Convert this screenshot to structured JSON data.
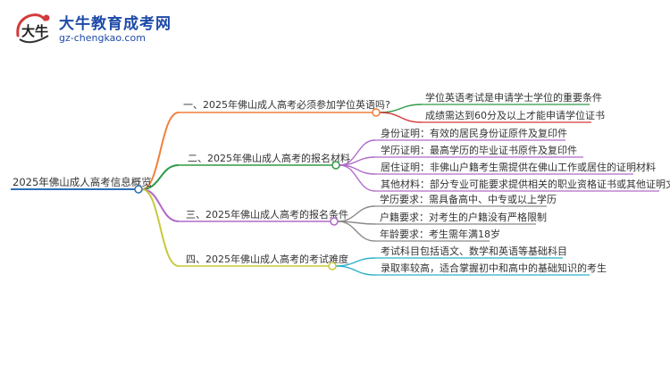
{
  "logo": {
    "title": "大牛教育成考网",
    "url": "gz-chengkao.com",
    "mark_text": "大牛"
  },
  "root": {
    "label": "2025年佛山成人高考信息概览"
  },
  "colors": {
    "root": "#2f6fb5",
    "branch1": "#f07f3c",
    "branch2": "#2e9a45",
    "branch3": "#b06ac8",
    "branch4": "#c8c83a",
    "leaf1": "#d23b3b",
    "leaf2": "#2cb0c8",
    "leaf3": "#8a8a8a"
  },
  "branches": [
    {
      "label": "一、2025年佛山成人高考必须参加学位英语吗?",
      "children": [
        "学位英语考试是申请学士学位的重要条件",
        "成绩需达到60分及以上才能申请学位证书"
      ]
    },
    {
      "label": "二、2025年佛山成人高考的报名材料",
      "children": [
        "身份证明：有效的居民身份证原件及复印件",
        "学历证明：最高学历的毕业证书原件及复印件",
        "居住证明：非佛山户籍考生需提供在佛山工作或居住的证明材料",
        "其他材料：部分专业可能要求提供相关的职业资格证书或其他证明文件"
      ]
    },
    {
      "label": "三、2025年佛山成人高考的报名条件",
      "children": [
        "学历要求：需具备高中、中专或以上学历",
        "户籍要求：对考生的户籍没有严格限制",
        "年龄要求：考生需年满18岁"
      ]
    },
    {
      "label": "四、2025年佛山成人高考的考试难度",
      "children": [
        "考试科目包括语文、数学和英语等基础科目",
        "录取率较高，适合掌握初中和高中的基础知识的考生"
      ]
    }
  ]
}
